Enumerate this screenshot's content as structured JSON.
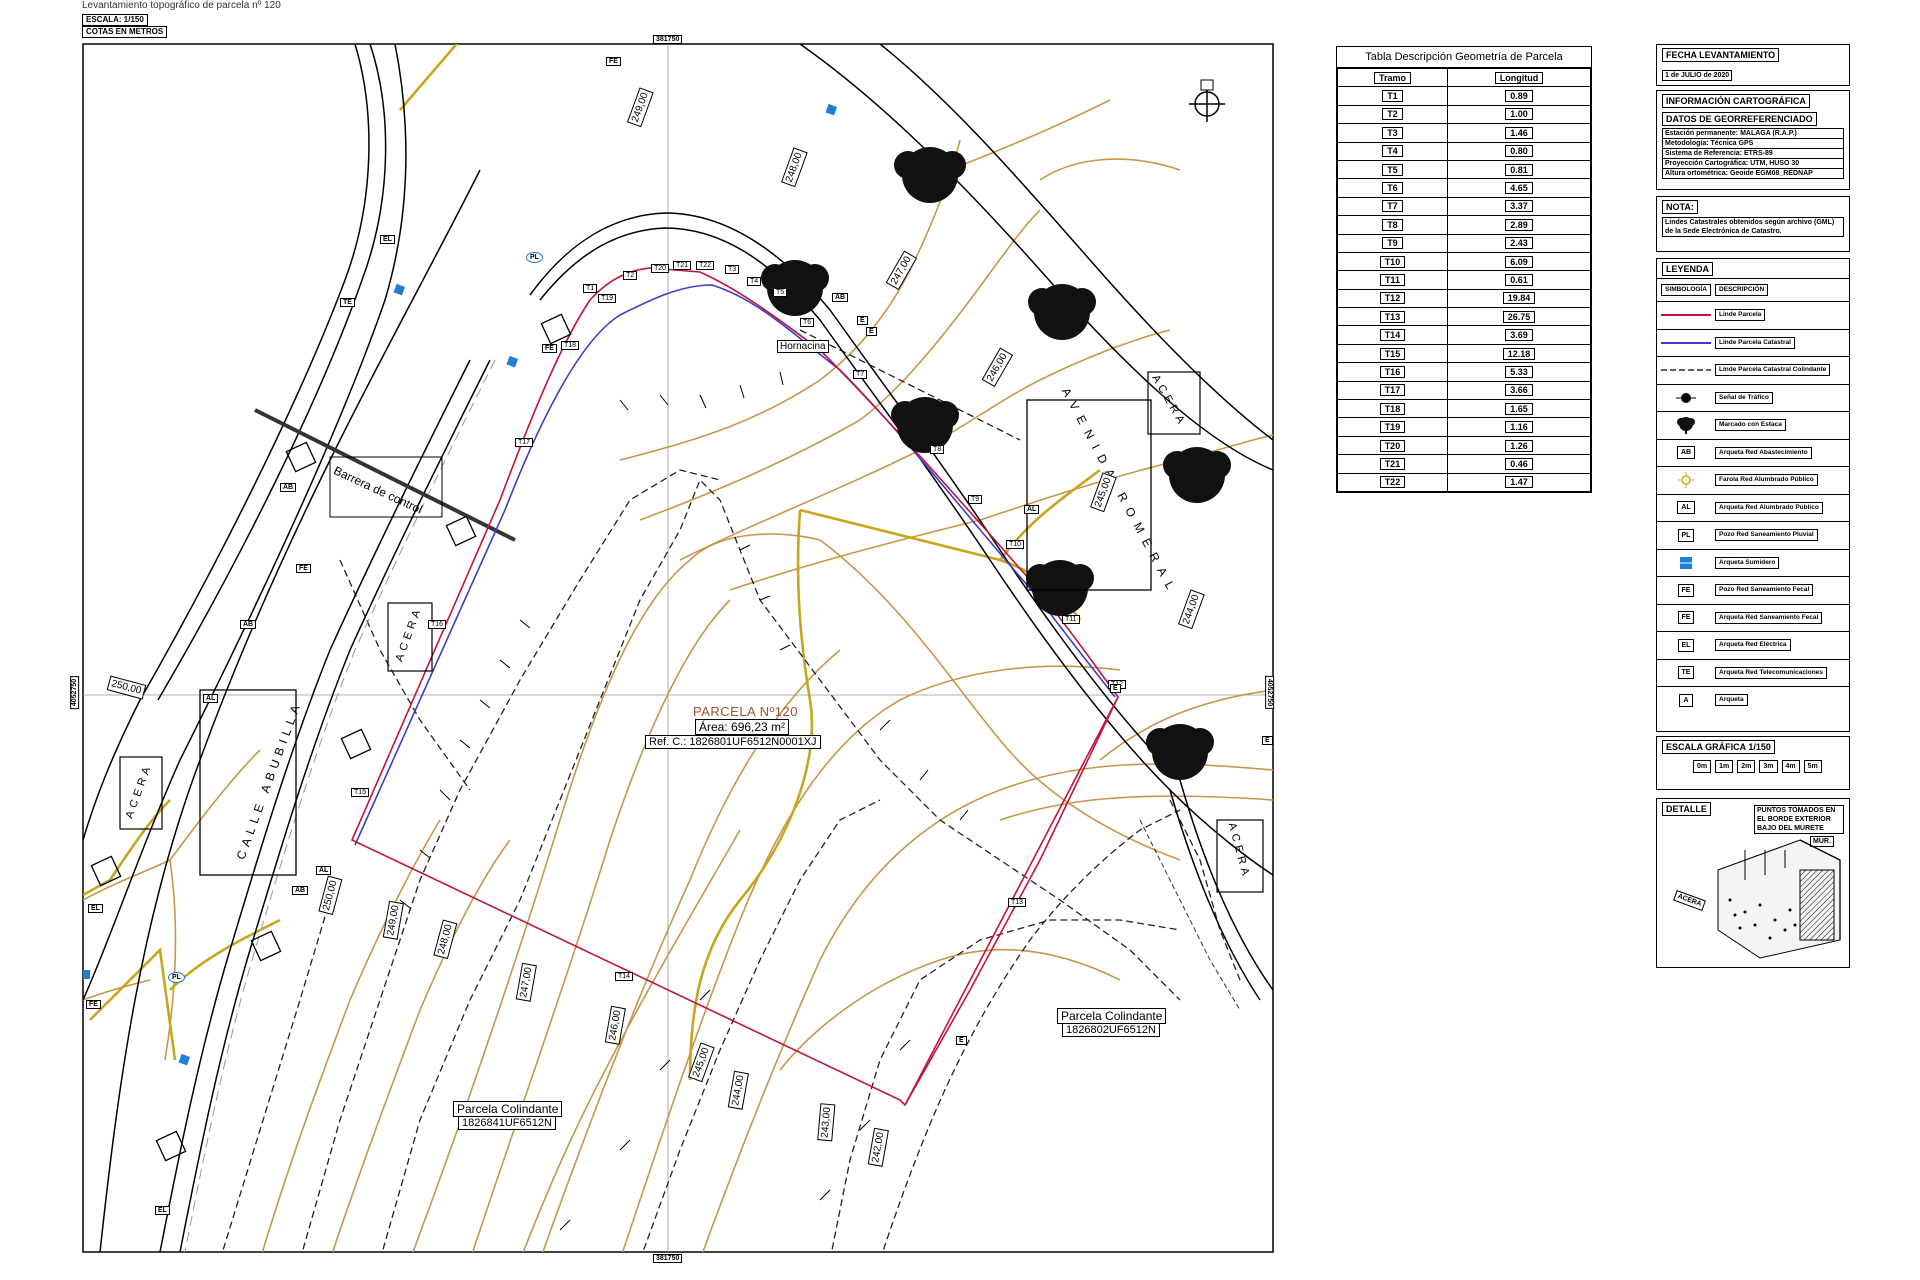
{
  "header": {
    "title": "Levantamiento topográfico de parcela nº 120",
    "scale": "ESCALA: 1/150",
    "units": "COTAS EN METROS"
  },
  "map": {
    "coord_top": "381750",
    "coord_bottom": "381750",
    "coord_left": "4052750",
    "coord_right": "4052750",
    "parcel_title": "PARCELA Nº120",
    "parcel_area": "Área: 696,23 m²",
    "parcel_ref": "Ref. C.: 1826801UF6512N0001XJ",
    "adj_right_title": "Parcela Colindante",
    "adj_right_ref": "1826802UF6512N",
    "adj_left_title": "Parcela Colindante",
    "adj_left_ref": "1826841UF6512N",
    "street_calle": "CALLE ABUBILLA",
    "street_avenida": "AVENIDA ROMERAL",
    "acera": "ACERA",
    "barrera": "Barrera de control",
    "hornacina": "Hornacina",
    "contours": [
      "249,00",
      "248,00",
      "247,00",
      "246,00",
      "245,00",
      "244,00",
      "250,00",
      "250,00",
      "249,00",
      "248,00",
      "247,00",
      "246,00",
      "245,00",
      "244,00",
      "243,00",
      "242,00"
    ],
    "tramos": [
      "T1",
      "T2",
      "T3",
      "T4",
      "T5",
      "T6",
      "T7",
      "T8",
      "T9",
      "T10",
      "T11",
      "T12",
      "T13",
      "T14",
      "T15",
      "T16",
      "T17",
      "T18",
      "T19",
      "T20",
      "T21",
      "T22"
    ],
    "symbols": [
      "FE",
      "EL",
      "TE",
      "PL",
      "AB",
      "AL",
      "FE",
      "AB",
      "AB",
      "AL",
      "EL",
      "FE",
      "PL",
      "FE",
      "EL",
      "AB",
      "AL",
      "E",
      "E",
      "E",
      "E",
      "E"
    ]
  },
  "geometry_table": {
    "title": "Tabla Descripción Geometría de Parcela",
    "headers": [
      "Tramo",
      "Longitud"
    ],
    "rows": [
      [
        "T1",
        "0.89"
      ],
      [
        "T2",
        "1.00"
      ],
      [
        "T3",
        "1.46"
      ],
      [
        "T4",
        "0.80"
      ],
      [
        "T5",
        "0.81"
      ],
      [
        "T6",
        "4.65"
      ],
      [
        "T7",
        "3.37"
      ],
      [
        "T8",
        "2.89"
      ],
      [
        "T9",
        "2.43"
      ],
      [
        "T10",
        "6.09"
      ],
      [
        "T11",
        "0.61"
      ],
      [
        "T12",
        "19.84"
      ],
      [
        "T13",
        "26.75"
      ],
      [
        "T14",
        "3.69"
      ],
      [
        "T15",
        "12.18"
      ],
      [
        "T16",
        "5.33"
      ],
      [
        "T17",
        "3.66"
      ],
      [
        "T18",
        "1.65"
      ],
      [
        "T19",
        "1.16"
      ],
      [
        "T20",
        "1.26"
      ],
      [
        "T21",
        "0.46"
      ],
      [
        "T22",
        "1.47"
      ]
    ]
  },
  "fecha": {
    "title": "FECHA LEVANTAMIENTO",
    "value": "1 de JULIO de 2020"
  },
  "info_cartografica": {
    "title1": "INFORMACIÓN CARTOGRÁFICA",
    "title2": "DATOS DE GEORREFERENCIADO",
    "lines": [
      "Estación permanente: MALAGA (R.A.P.)",
      "Metodología: Técnica GPS",
      "Sistema de Referencia: ETRS-89",
      "Proyección Cartográfica: UTM, HUSO 30",
      "Altura ortométrica: Geoide EGM08_REDNAP"
    ]
  },
  "nota": {
    "title": "NOTA:",
    "text": "Lindes Catastrales obtenidos según archivo (GML) de la Sede Electrónica de Catastro."
  },
  "leyenda": {
    "title": "LEYENDA",
    "col_symbol": "SIMBOLOGÍA",
    "col_desc": "DESCRIPCIÓN",
    "items": [
      {
        "symbol": "line-red",
        "label": "Linde Parcela"
      },
      {
        "symbol": "line-blue",
        "label": "Linde Parcela Catastral"
      },
      {
        "symbol": "line-dash",
        "label": "Linde Parcela Catastral Colindante"
      },
      {
        "symbol": "traffic-sign-icon",
        "label": "Señal de Tráfico"
      },
      {
        "symbol": "tree-icon",
        "label": "Marcado con Estaca"
      },
      {
        "symbol": "AB",
        "label": "Arqueta Red Abastecimiento"
      },
      {
        "symbol": "sun-icon",
        "label": "Farola Red Alumbrado Público"
      },
      {
        "symbol": "AL",
        "label": "Arqueta Red Alumbrado Público"
      },
      {
        "symbol": "PL",
        "label": "Pozo Red Saneamiento Pluvial"
      },
      {
        "symbol": "blue-square",
        "label": "Arqueta Sumidero"
      },
      {
        "symbol": "FE",
        "label": "Pozo Red Saneamiento Fecal"
      },
      {
        "symbol": "FE2",
        "label": "Arqueta Red Saneamiento Fecal"
      },
      {
        "symbol": "EL",
        "label": "Arqueta Red Eléctrica"
      },
      {
        "symbol": "TE",
        "label": "Arqueta Red Telecomunicaciones"
      },
      {
        "symbol": "A",
        "label": "Arqueta"
      }
    ]
  },
  "escala_grafica": {
    "title": "ESCALA GRÁFICA 1/150",
    "cells": [
      "0m",
      "1m",
      "2m",
      "3m",
      "4m",
      "5m"
    ]
  },
  "detalle": {
    "title": "DETALLE",
    "label1": "PUNTOS TOMADOS EN EL BORDE EXTERIOR BAJO DEL MURETE",
    "label2": "MUR.",
    "label3": "ACERA"
  },
  "colors": {
    "contour": "#c8964a",
    "contour_major": "#c8a51e",
    "parcel_line": "#c0143c",
    "cadastral_line": "#3c3cc8",
    "tree": "#111111",
    "symbol_blue": "#1e7fd6"
  }
}
